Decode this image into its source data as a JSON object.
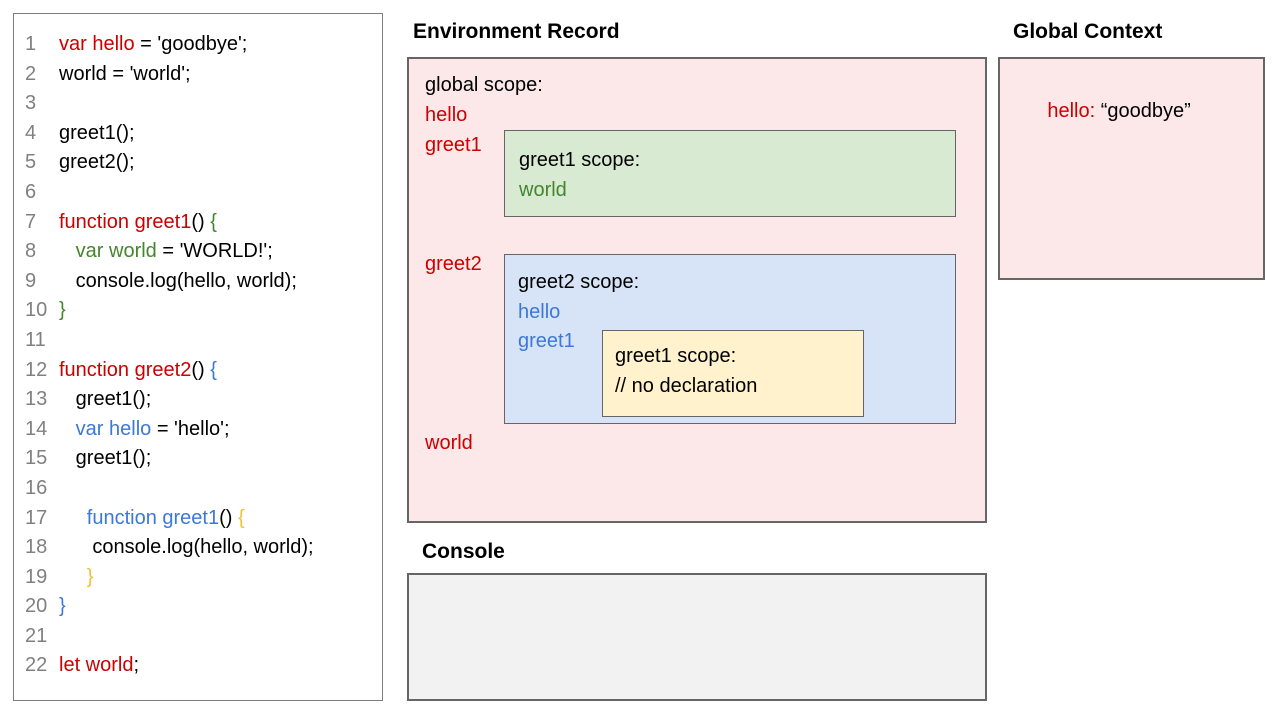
{
  "colors": {
    "red": "#cc0000",
    "green": "#44862c",
    "blue": "#3c78d8",
    "gold": "#f1c232",
    "black": "#000000",
    "line_number_gray": "#808080",
    "global_scope_fill": "#fce8e8",
    "greet1_scope_fill": "#d9ead3",
    "greet2_scope_fill": "#d7e4f7",
    "inner_scope_fill": "#fff2cc",
    "console_fill": "#f2f2f2"
  },
  "code": {
    "lines": [
      {
        "num": "1",
        "segs": [
          {
            "t": "var hello",
            "c": "red"
          },
          {
            "t": " = 'goodbye';",
            "c": "black"
          }
        ]
      },
      {
        "num": "2",
        "segs": [
          {
            "t": "world = 'world';",
            "c": "black"
          }
        ]
      },
      {
        "num": "3",
        "segs": []
      },
      {
        "num": "4",
        "segs": [
          {
            "t": "greet1();",
            "c": "black"
          }
        ]
      },
      {
        "num": "5",
        "segs": [
          {
            "t": "greet2();",
            "c": "black"
          }
        ]
      },
      {
        "num": "6",
        "segs": []
      },
      {
        "num": "7",
        "segs": [
          {
            "t": "function greet1",
            "c": "red"
          },
          {
            "t": "() ",
            "c": "black"
          },
          {
            "t": "{",
            "c": "green"
          }
        ]
      },
      {
        "num": "8",
        "segs": [
          {
            "t": "   var world",
            "c": "green"
          },
          {
            "t": " = 'WORLD!';",
            "c": "black"
          }
        ]
      },
      {
        "num": "9",
        "segs": [
          {
            "t": "   console.log(hello, world);",
            "c": "black"
          }
        ]
      },
      {
        "num": "10",
        "segs": [
          {
            "t": "}",
            "c": "green"
          }
        ]
      },
      {
        "num": "11",
        "segs": []
      },
      {
        "num": "12",
        "segs": [
          {
            "t": "function greet2",
            "c": "red"
          },
          {
            "t": "() ",
            "c": "black"
          },
          {
            "t": "{",
            "c": "blue"
          }
        ]
      },
      {
        "num": "13",
        "segs": [
          {
            "t": "   greet1();",
            "c": "black"
          }
        ]
      },
      {
        "num": "14",
        "segs": [
          {
            "t": "   var hello",
            "c": "blue"
          },
          {
            "t": " = 'hello';",
            "c": "black"
          }
        ]
      },
      {
        "num": "15",
        "segs": [
          {
            "t": "   greet1();",
            "c": "black"
          }
        ]
      },
      {
        "num": "16",
        "segs": []
      },
      {
        "num": "17",
        "segs": [
          {
            "t": "     function greet1",
            "c": "blue"
          },
          {
            "t": "() ",
            "c": "black"
          },
          {
            "t": "{",
            "c": "gold"
          }
        ]
      },
      {
        "num": "18",
        "segs": [
          {
            "t": "      console.log(hello, world);",
            "c": "black"
          }
        ]
      },
      {
        "num": "19",
        "segs": [
          {
            "t": "     }",
            "c": "gold"
          }
        ]
      },
      {
        "num": "20",
        "segs": [
          {
            "t": "}",
            "c": "blue"
          }
        ]
      },
      {
        "num": "21",
        "segs": []
      },
      {
        "num": "22",
        "segs": [
          {
            "t": "let world",
            "c": "red"
          },
          {
            "t": ";",
            "c": "black"
          }
        ]
      }
    ]
  },
  "environment_record": {
    "title": "Environment Record",
    "global_scope": {
      "label": "global scope:",
      "vars": [
        "hello",
        "greet1",
        "greet2",
        "world"
      ]
    },
    "greet1_scope": {
      "label": "greet1 scope:",
      "vars": [
        "world"
      ]
    },
    "greet2_scope": {
      "label": "greet2 scope:",
      "vars": [
        "hello",
        "greet1"
      ]
    },
    "inner_greet1_scope": {
      "label": "greet1 scope:",
      "comment": "// no declaration"
    }
  },
  "global_context": {
    "title": "Global Context",
    "entry_key": "hello:",
    "entry_value": " “goodbye”"
  },
  "console": {
    "title": "Console",
    "content": ""
  }
}
